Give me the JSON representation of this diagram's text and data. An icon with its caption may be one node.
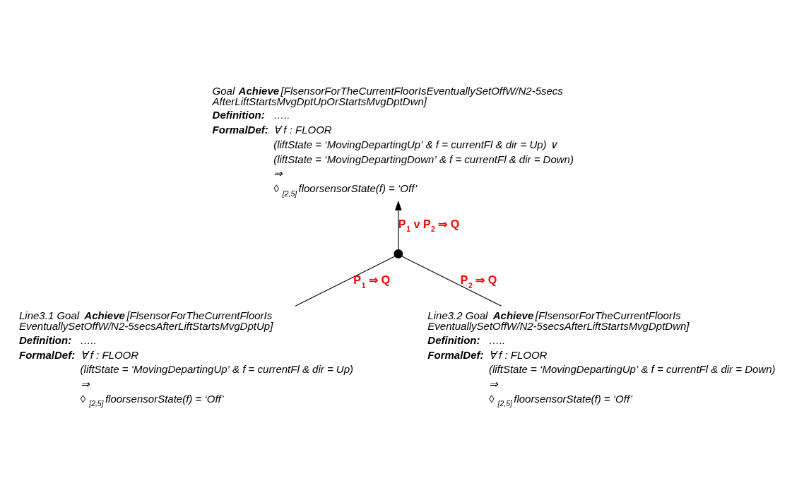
{
  "diagram": {
    "nodes": [
      {
        "text": [
          "Goal **Achieve**[FlsensorForTheCurrentFloorIsEventuallySetOffW/N2-5secs AfterLiftStartsMvgDptUpOrStartsMvgDptDwn]",
          "Definition:",
          "…..",
          "FormalDef:",
          "∀ f : FLOOR",
          "(liftState = ‘MovingDepartingUp’ & f = currentFl & dir = Up) ∨",
          "(liftState = ‘MovingDepartingDown’ & f = currentFl & dir = Down)",
          "⇒",
          "◊ $_{[2,5]}$ floorsensorState(f) = ‘Off’"
        ]
      },
      {
        "text": [],
        "shape": "circle"
      },
      {
        "text": [
          "Line3.1 Goal **Achieve**[FlsensorForTheCurrentFloorIs EventuallySetOffW/N2-5secsAfterLiftStartsMvgDptUp]",
          "Definition:",
          "…..",
          "FormalDef:",
          "∀ f : FLOOR",
          "(liftState = ‘MovingDepartingUp’ & f = currentFl & dir = Up)",
          "⇒",
          "◊ $_{[2,5]}$ floorsensorState(f) = ‘Off’"
        ]
      },
      {
        "text": [
          "Line3.2 Goal **Achieve**[FlsensorForTheCurrentFloorIs EventuallySetOffW/N2-5secsAfterLiftStartsMvgDptDwn]",
          "Definition:",
          "…..",
          "FormalDef:",
          "∀ f : FLOOR",
          "(liftState = ‘MovingDepartingUp’ & f = currentFl & dir = Down)",
          "⇒",
          "◊ $_{[2,5]}$ floorsensorState(f) = ‘Off’"
        ]
      }
    ],
    "edges": [
      {
        "from": 1,
        "to": 0,
        "arrow": "to",
        "label": "P$_{1}$ v P$_{2}$ ⇒ Q"
      },
      {
        "from": 2,
        "to": 1,
        "arrow": "none",
        "label": "P$_{1}$ ⇒ Q"
      },
      {
        "from": 3,
        "to": 1,
        "arrow": "none",
        "label": "P$_{2}$ ⇒ Q"
      }
    ]
  }
}
